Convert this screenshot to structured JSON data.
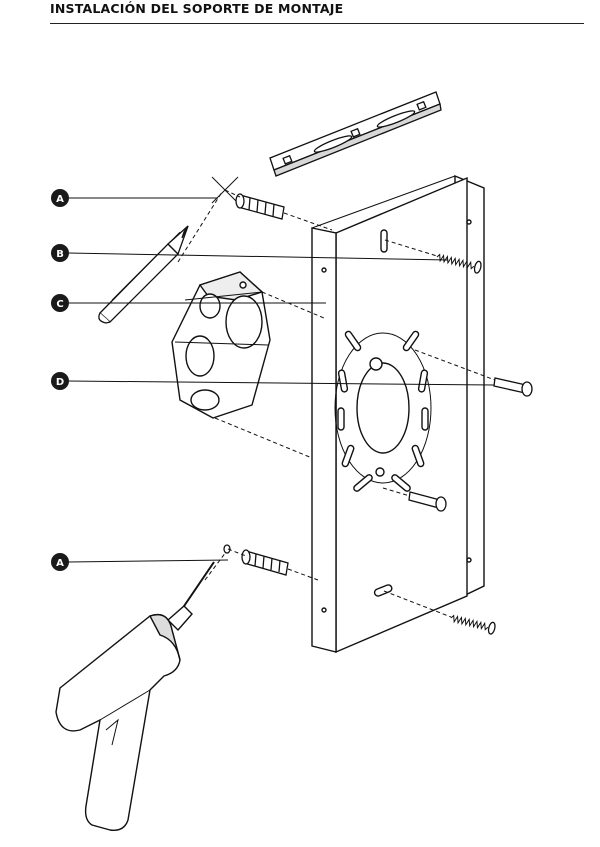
{
  "page": {
    "title": "INSTALACIÓN DEL SOPORTE DE MONTAJE"
  },
  "callouts": [
    {
      "letter": "A",
      "refers_to": "wall-anchor-top"
    },
    {
      "letter": "B",
      "refers_to": "wood-screw-top"
    },
    {
      "letter": "C",
      "refers_to": "mounting-plate"
    },
    {
      "letter": "D",
      "refers_to": "machine-screw"
    },
    {
      "letter": "A",
      "refers_to": "wall-anchor-bottom"
    }
  ],
  "colors": {
    "ink": "#111111",
    "callout_fill": "#1a1a1a",
    "paper": "#ffffff"
  },
  "icons": [
    "spirit-level-icon",
    "pencil-icon",
    "cross-mark-icon",
    "wall-anchor-icon",
    "wood-screw-icon",
    "machine-screw-icon",
    "octagonal-junction-box-icon",
    "mounting-plate-icon",
    "power-drill-icon"
  ]
}
